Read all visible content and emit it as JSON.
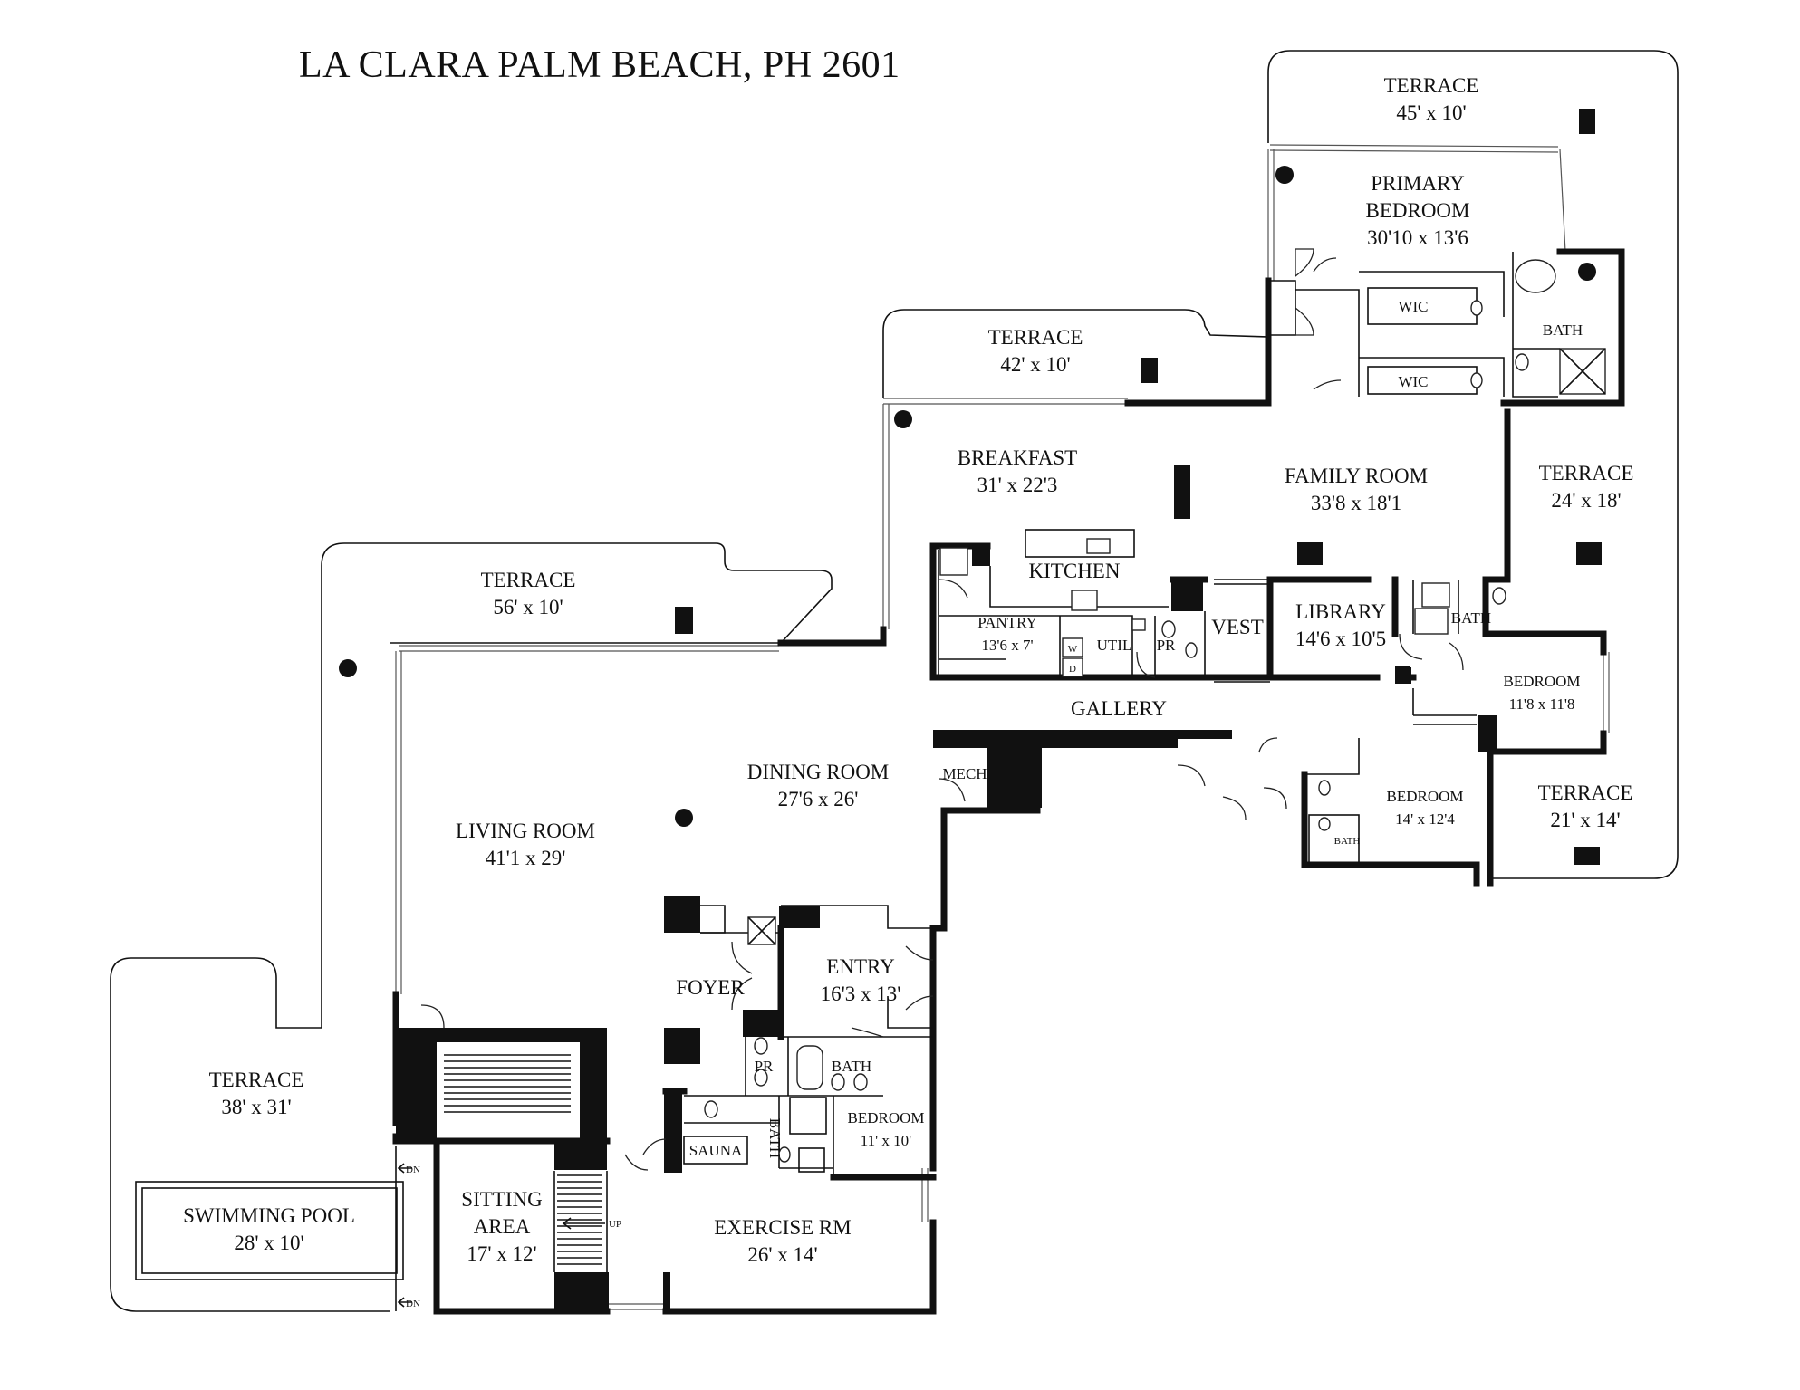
{
  "title": "LA CLARA PALM BEACH, PH 2601",
  "rooms": {
    "terrace_top": {
      "name": "TERRACE",
      "size": "45' x 10'"
    },
    "primary_bedroom": {
      "name1": "PRIMARY",
      "name2": "BEDROOM",
      "size": "30'10 x 13'6"
    },
    "wic1": {
      "name": "WIC"
    },
    "wic2": {
      "name": "WIC"
    },
    "primary_bath": {
      "name": "BATH"
    },
    "terrace_mid": {
      "name": "TERRACE",
      "size": "42' x 10'"
    },
    "breakfast": {
      "name": "BREAKFAST",
      "size": "31' x 22'3"
    },
    "family_room": {
      "name": "FAMILY ROOM",
      "size": "33'8 x 18'1"
    },
    "terrace_right": {
      "name": "TERRACE",
      "size": "24' x 18'"
    },
    "kitchen": {
      "name": "KITCHEN"
    },
    "terrace_left": {
      "name": "TERRACE",
      "size": "56' x 10'"
    },
    "pantry": {
      "name": "PANTRY",
      "size": "13'6 x 7'"
    },
    "util": {
      "name": "UTIL"
    },
    "pr_upper": {
      "name": "PR"
    },
    "vest": {
      "name": "VEST"
    },
    "library": {
      "name": "LIBRARY",
      "size": "14'6 x 10'5"
    },
    "bath_right": {
      "name": "BATH"
    },
    "bedroom_right": {
      "name": "BEDROOM",
      "size": "11'8 x 11'8"
    },
    "gallery": {
      "name": "GALLERY"
    },
    "dining_room": {
      "name": "DINING ROOM",
      "size": "27'6 x 26'"
    },
    "mech": {
      "name": "MECH"
    },
    "bedroom_mid": {
      "name": "BEDROOM",
      "size": "14' x 12'4"
    },
    "bath_mid": {
      "name": "BATH"
    },
    "terrace_br": {
      "name": "TERRACE",
      "size": "21' x 14'"
    },
    "living_room": {
      "name": "LIVING ROOM",
      "size": "41'1 x 29'"
    },
    "entry": {
      "name": "ENTRY",
      "size": "16'3 x 13'"
    },
    "foyer": {
      "name": "FOYER"
    },
    "pr_lower": {
      "name": "PR"
    },
    "bath_lower": {
      "name": "BATH"
    },
    "bedroom_lower": {
      "name": "BEDROOM",
      "size": "11' x 10'"
    },
    "sauna": {
      "name": "SAUNA"
    },
    "bath_sauna": {
      "name": "BATH"
    },
    "terrace_pool": {
      "name": "TERRACE",
      "size": "38' x 31'"
    },
    "swimming_pool": {
      "name": "SWIMMING POOL",
      "size": "28' x 10'"
    },
    "sitting_area": {
      "name1": "SITTING",
      "name2": "AREA",
      "size": "17' x 12'"
    },
    "exercise": {
      "name": "EXERCISE RM",
      "size": "26' x 14'"
    }
  },
  "markers": {
    "up": "UP",
    "dn1": "DN",
    "dn2": "DN",
    "washer": "W",
    "dryer": "D"
  }
}
